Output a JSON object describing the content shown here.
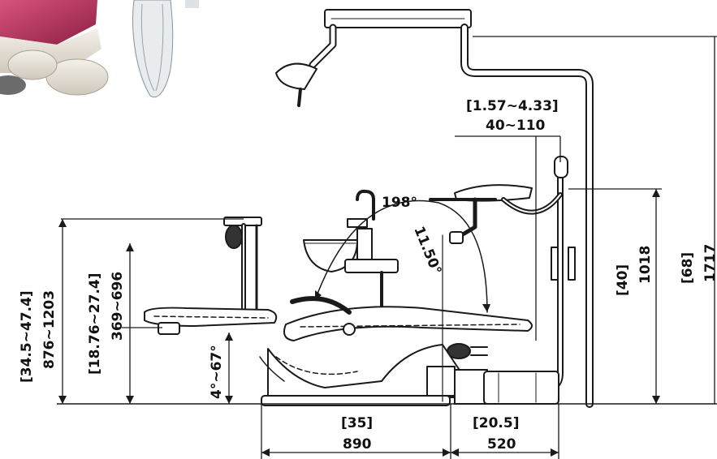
{
  "diagram": {
    "dimensions": {
      "light_arm_range_in": "[1.57~4.33]",
      "light_arm_range_mm": "40~110",
      "tray_height_in": "[40]",
      "tray_height_mm": "1018",
      "total_height_in": "[68]",
      "total_height_mm": "1717",
      "chair_height_range_in": "[34.5~47.4]",
      "chair_height_range_mm": "876~1203",
      "seat_height_range_in": "[18.76~27.4]",
      "seat_height_range_mm": "369~696",
      "base_length_in": "[35]",
      "base_length_mm": "890",
      "cabinet_length_in": "[20.5]",
      "cabinet_length_mm": "520"
    },
    "angles": {
      "rotation": "198°",
      "backrest_tilt": "11.50°",
      "seat_tilt_range": "4°~67°"
    },
    "colors": {
      "line": "#1a1a1a",
      "upholstery_photo": "#b3305a"
    }
  }
}
